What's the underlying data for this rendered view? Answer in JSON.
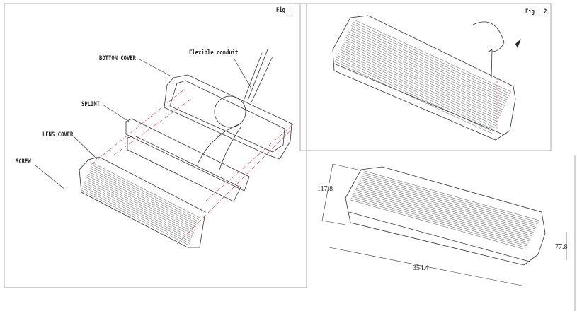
{
  "figures": {
    "fig1": {
      "title": "Fig :",
      "labels": {
        "bottom_cover": "BOTTON COVER",
        "flexible_conduit": "Flexible conduit",
        "splint": "SPLINT",
        "lens_cover": "LENS COVER",
        "screw": "SCREW"
      }
    },
    "fig2": {
      "title": "Fig : 2"
    },
    "fig3": {
      "dimensions": {
        "height": "117.8",
        "depth": "77.8",
        "length": "354.4"
      }
    }
  },
  "colors": {
    "line": "#333333",
    "guide": "#e03030",
    "frame": "#aaaaaa"
  }
}
